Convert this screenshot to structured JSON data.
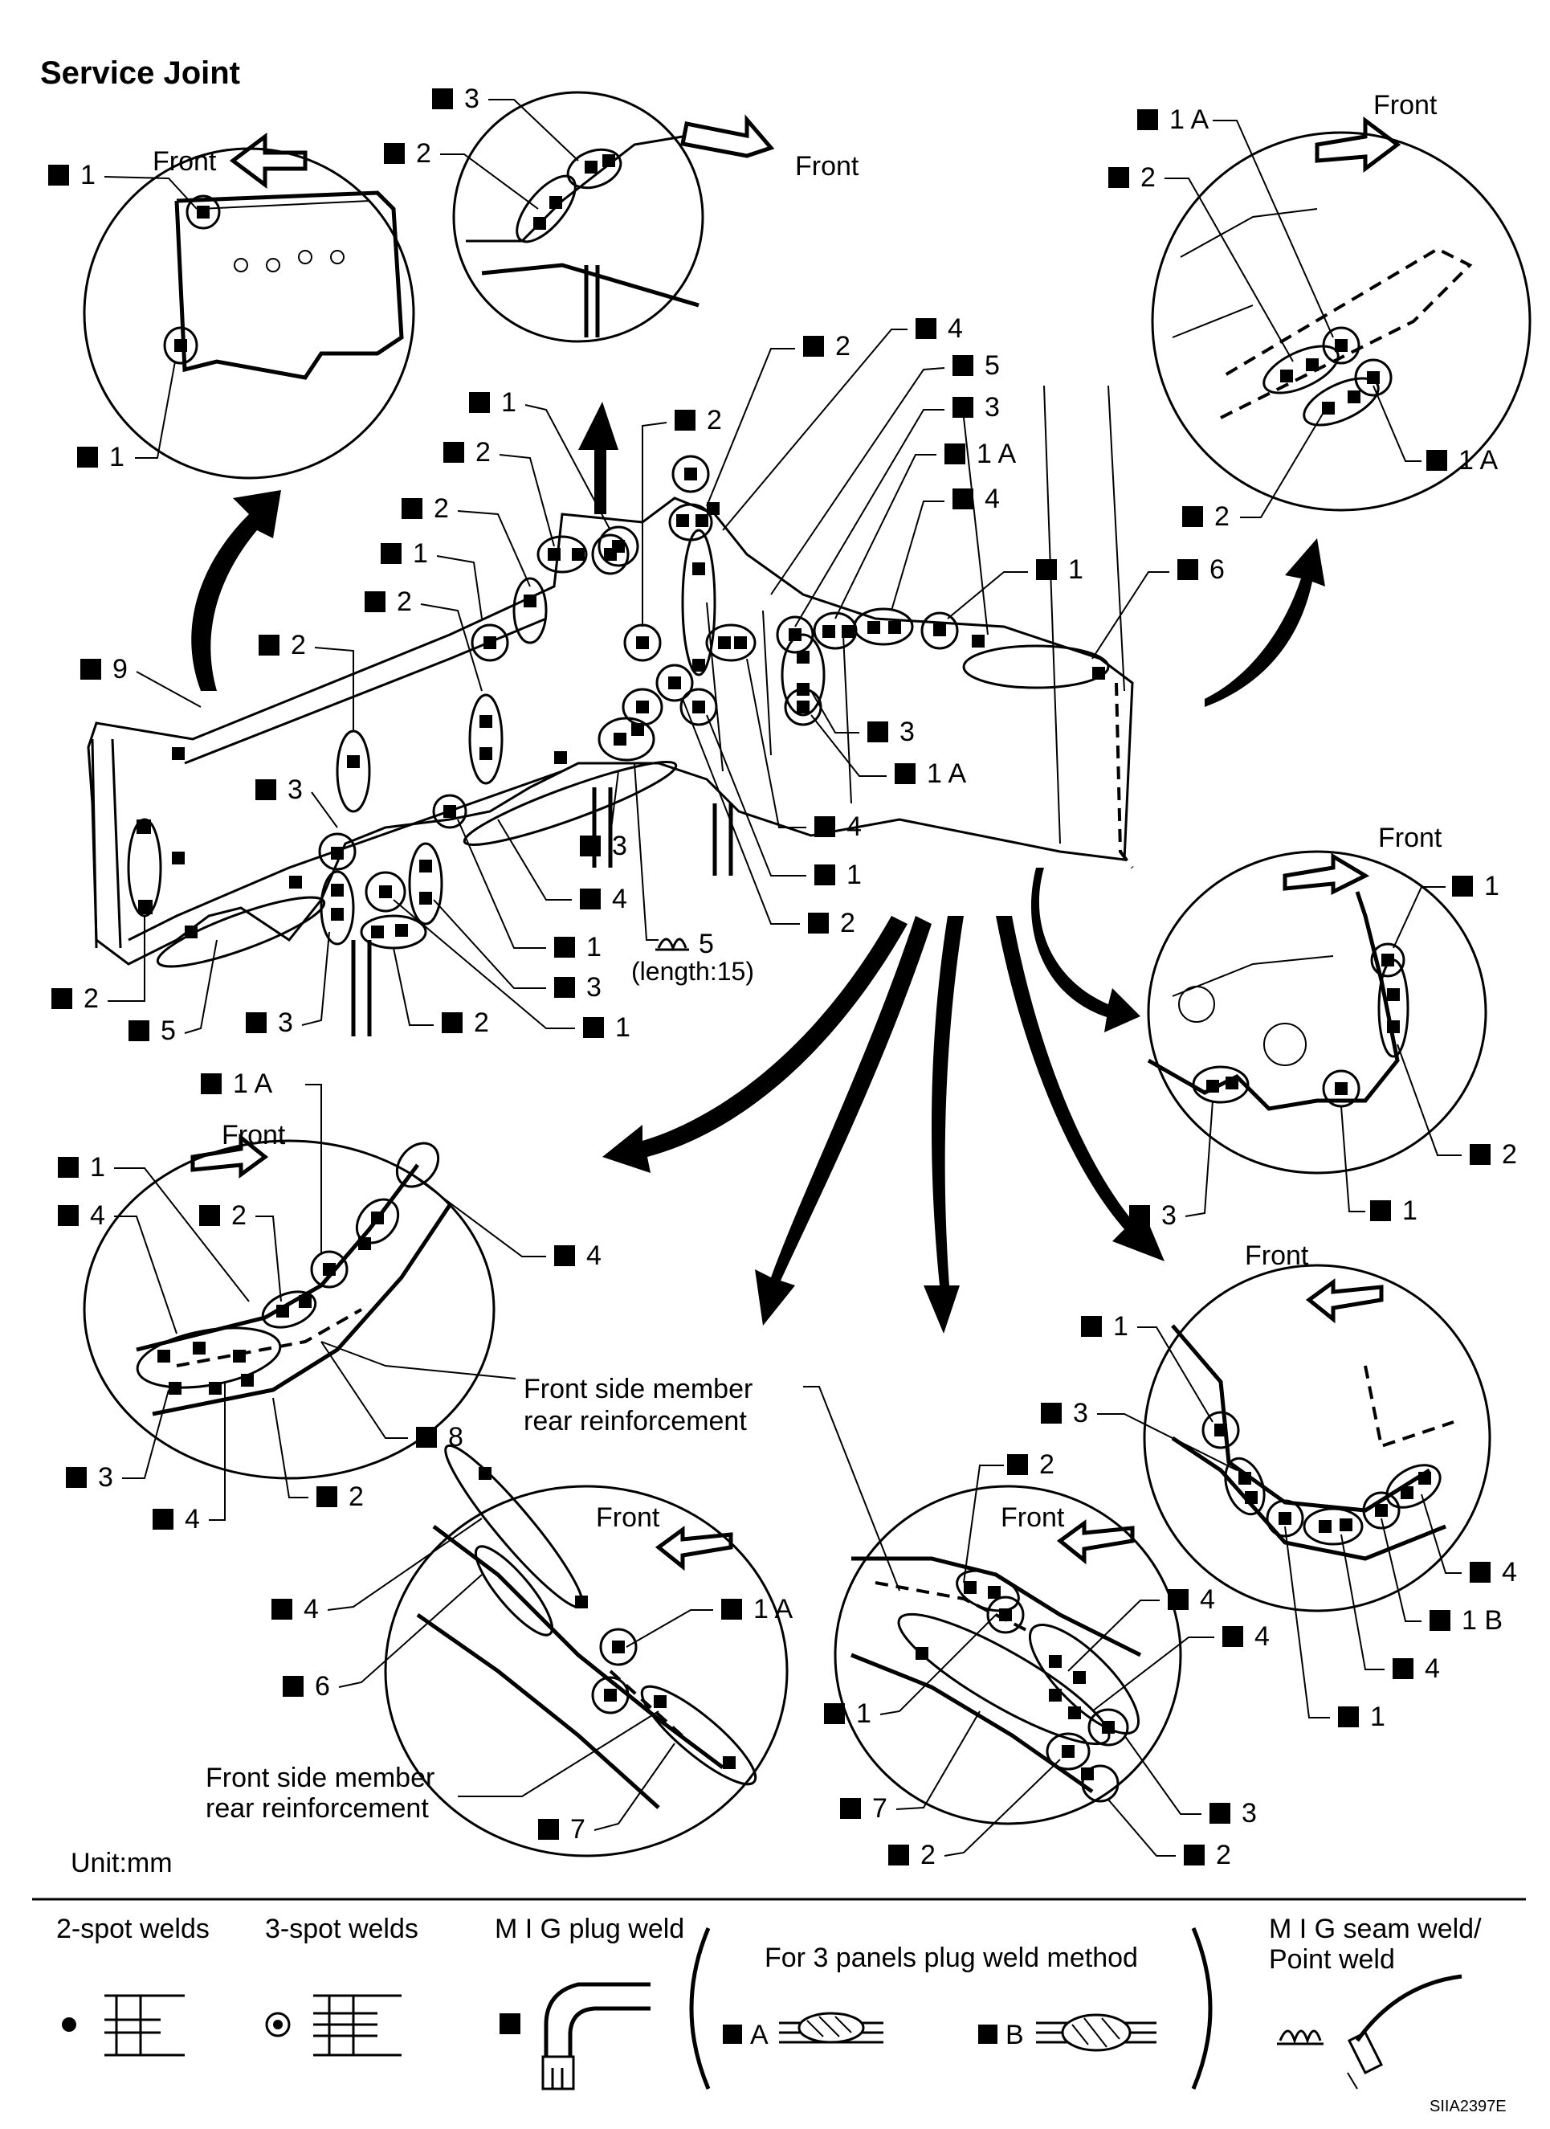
{
  "title": "Service Joint",
  "unit": "Unit:mm",
  "figure_code": "SIIA2397E",
  "front_label": "Front",
  "main_callouts": {
    "c9": "9",
    "c2_left": "2",
    "c5_bottom": "5",
    "c3_a": "3",
    "c2_b": "2",
    "c1_a": "1",
    "c2_c": "2",
    "c2_d": "2",
    "c1_top": "1",
    "c2_top2": "2",
    "c2_top3": "2",
    "c4_top": "4",
    "c5_top": "5",
    "c3_top": "3",
    "c1A_top": "1 A",
    "c4_top2": "4",
    "c1_right": "1",
    "c6_right": "6",
    "c3_mid": "3",
    "c1A_mid": "1 A",
    "c4_mid": "4",
    "c1_mid": "1",
    "c2_mid": "2",
    "c3_bot": "3",
    "c4_bot": "4",
    "c5_seam": "5",
    "seam_length": "(length:15)",
    "c1_bot": "1",
    "c3_bot2": "3",
    "c1_bot2": "1",
    "c2_bot2": "2",
    "c3_bot3": "3"
  },
  "detail_tl": {
    "c1_top": "1",
    "c1_bottom": "1"
  },
  "detail_tc": {
    "c3": "3",
    "c2": "2"
  },
  "detail_tr": {
    "c1A_top": "1 A",
    "c2_top": "2",
    "c1A_bottom": "1 A",
    "c2_bottom": "2"
  },
  "detail_mr": {
    "c1": "1",
    "c2": "2",
    "c3": "3",
    "c1_bottom": "1"
  },
  "detail_ml": {
    "c1A": "1 A",
    "c1": "1",
    "c4_left": "4",
    "c2": "2",
    "c4_right": "4",
    "c8": "8",
    "c3": "3",
    "c4_bottom": "4",
    "c2_bottom": "2",
    "note": "Front side member rear reinforcement"
  },
  "detail_bc": {
    "c4": "4",
    "c6": "6",
    "c1A": "1 A",
    "c7": "7",
    "note_line1": "Front side member",
    "note_line2": "rear reinforcement"
  },
  "detail_br": {
    "c2_top": "2",
    "c4_a": "4",
    "c4_b": "4",
    "c1": "1",
    "c7": "7",
    "c3": "3",
    "c2_bottom": "2",
    "c2_bottom2": "2"
  },
  "detail_rr": {
    "c1": "1",
    "c3": "3",
    "c4_a": "4",
    "c1B": "1 B",
    "c4_b": "4",
    "c1_bottom": "1"
  },
  "legend": {
    "spot2": "2-spot welds",
    "spot3": "3-spot welds",
    "mig_plug": "M I G plug weld",
    "three_panel": "For 3 panels plug weld method",
    "method_a": "A",
    "method_b": "B",
    "mig_seam_line1": "M I G seam weld/",
    "mig_seam_line2": "Point weld"
  }
}
